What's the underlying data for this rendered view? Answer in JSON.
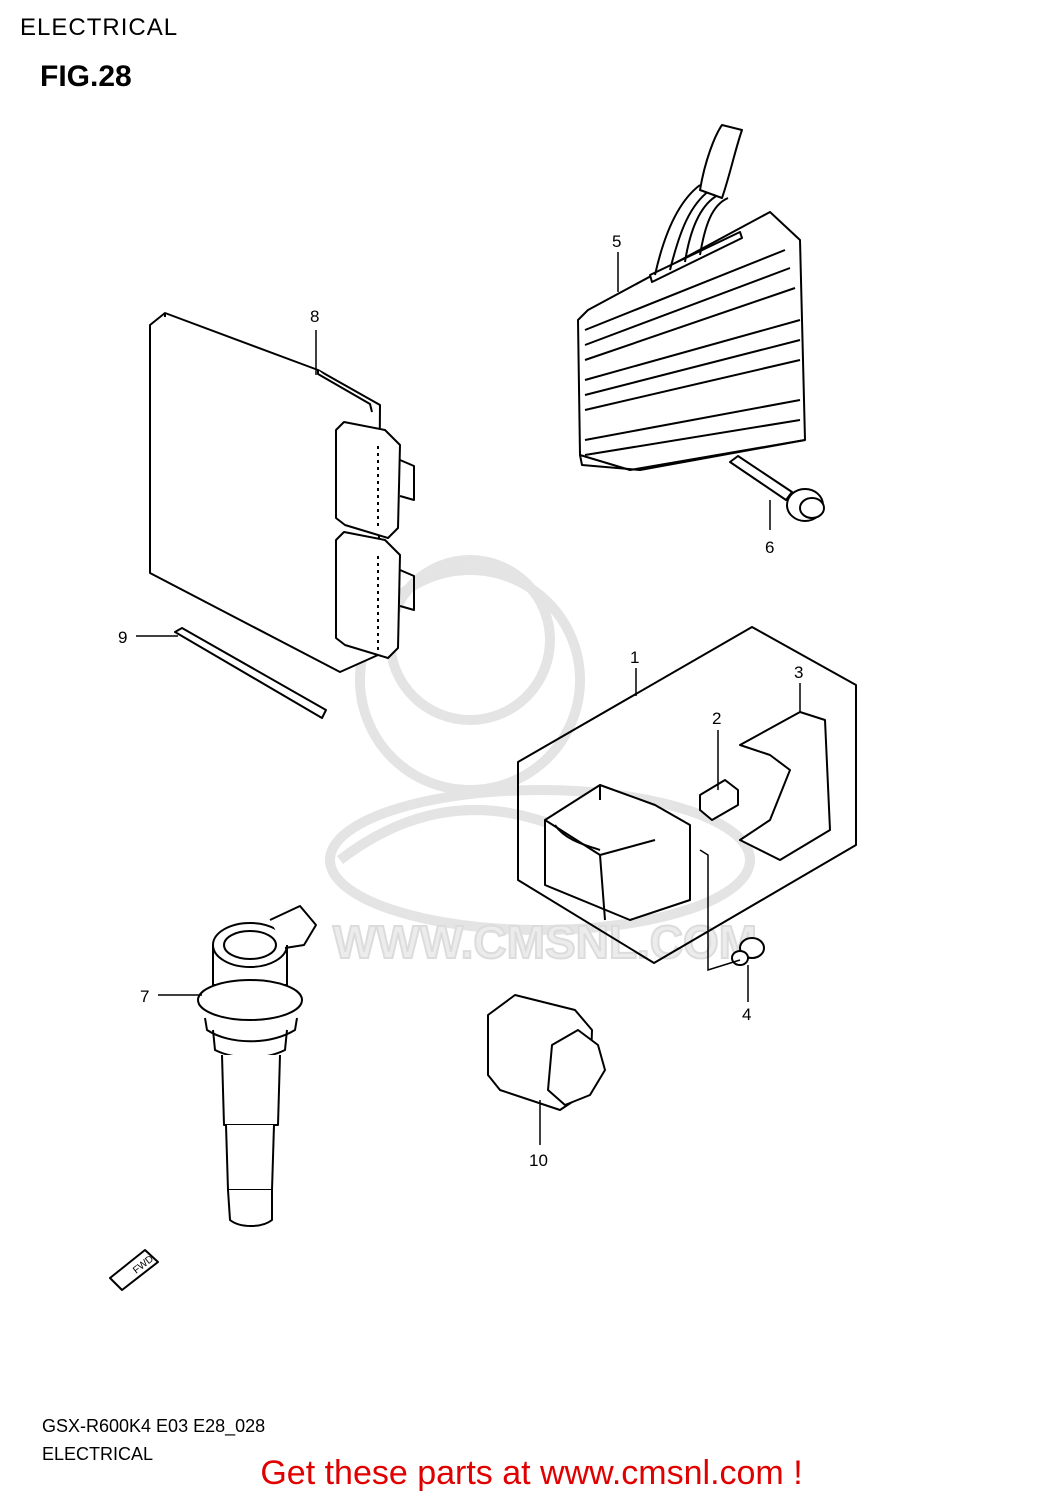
{
  "header": {
    "section_title": "ELECTRICAL",
    "figure_label": "FIG.28"
  },
  "callouts": [
    "1",
    "2",
    "3",
    "4",
    "5",
    "6",
    "7",
    "8",
    "9",
    "10"
  ],
  "direction_marker": {
    "label": "FWD"
  },
  "watermark": {
    "text": "WWW.CMSNL.COM"
  },
  "footer": {
    "model_code": "GSX-R600K4 E03 E28_028",
    "section_name": "ELECTRICAL"
  },
  "cta": {
    "text": "Get these parts at www.cmsnl.com !"
  },
  "colors": {
    "line": "#000000",
    "watermark": "#e2e2e2",
    "cta": "#e00000"
  }
}
